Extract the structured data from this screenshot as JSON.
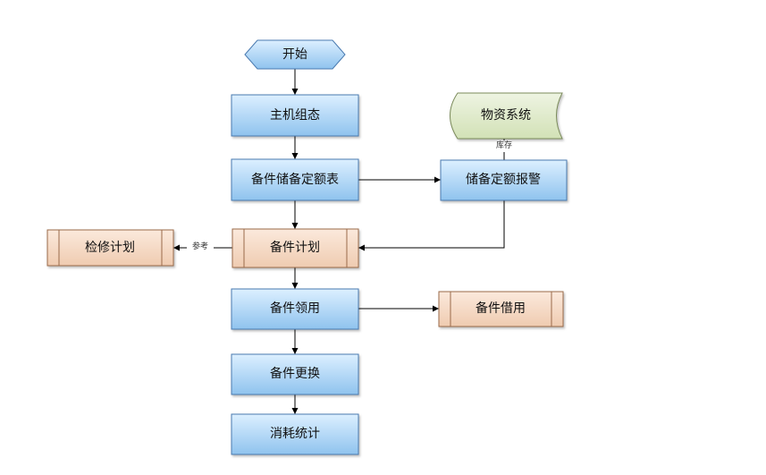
{
  "nodes": {
    "start": "开始",
    "host_config": "主机组态",
    "spare_quota": "备件储备定额表",
    "materials_system": "物资系统",
    "quota_alarm": "储备定额报警",
    "maintenance_plan": "检修计划",
    "spare_plan": "备件计划",
    "spare_requisition": "备件领用",
    "spare_borrow": "备件借用",
    "spare_replace": "备件更换",
    "consumption_stats": "消耗统计"
  },
  "edges": {
    "inventory": "库存",
    "reference": "参考"
  },
  "colors": {
    "blue_box_top": "#dcefff",
    "blue_box_bottom": "#8fc3ee",
    "blue_box_border": "#4a7ab0",
    "orange_box_top": "#fbe9dc",
    "orange_box_bottom": "#efcbb0",
    "orange_box_border": "#9a6a4a",
    "green_box_top": "#eef4e2",
    "green_box_bottom": "#d2e1b6",
    "green_box_border": "#7a8a5a",
    "edge": "#000000"
  }
}
